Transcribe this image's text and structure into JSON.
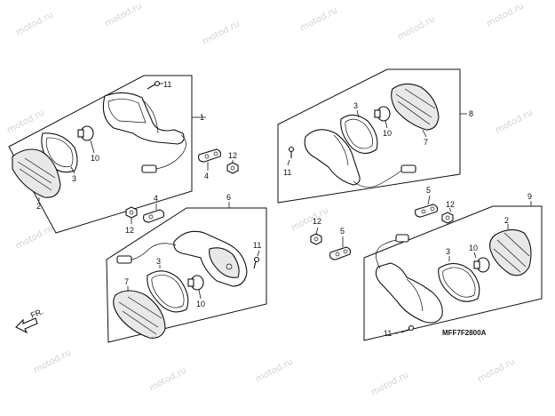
{
  "watermark": "motod.ru",
  "diagram_code": "MFF7F2800A",
  "direction_label": "FR.",
  "callouts": {
    "c1": "1",
    "c2a": "2",
    "c3a": "3",
    "c4a": "4",
    "c10a": "10",
    "c11a": "11",
    "c12a": "12",
    "c3b": "3",
    "c7b": "7",
    "c8": "8",
    "c10b": "10",
    "c11b": "11",
    "c5b": "5",
    "c12b": "12",
    "c4c": "4",
    "c12c": "12",
    "c6": "6",
    "c11c": "11",
    "c3c": "3",
    "c7c": "7",
    "c10c": "10",
    "c12d": "12",
    "c5d": "5",
    "c9": "9",
    "c2d": "2",
    "c3d": "3",
    "c10d": "10",
    "c11d": "11"
  }
}
